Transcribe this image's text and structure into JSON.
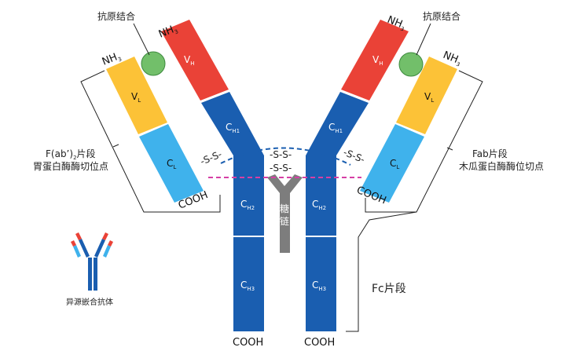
{
  "labels": {
    "antigen_binding_left": "抗原结合",
    "antigen_binding_right": "抗原结合",
    "fab2_fragment_line1": "F(ab’)",
    "fab2_fragment_sub": "2",
    "fab2_fragment_suffix": "片段",
    "pepsin_site": "胃蛋白酶酶切位点",
    "fab_fragment": "Fab片段",
    "papain_site": "木瓜蛋白酶酶位切点",
    "fc_fragment": "Fc片段",
    "sugar_chain_1": "糖",
    "sugar_chain_2": "链",
    "chimeric_antibody": "异源嵌合抗体",
    "disulfide_left": "-S-S-",
    "disulfide_right": "-S-S-",
    "disulfide_hinge_1": "-S-S-",
    "disulfide_hinge_2": "-S-S-"
  },
  "terminals": {
    "nh": "NH",
    "nh_sub": "3",
    "cooh": "COOH"
  },
  "domains": {
    "c": "C",
    "v": "V",
    "sub_h": "H",
    "sub_l": "L",
    "sub_h1": "H1",
    "sub_h2": "H2",
    "sub_h3": "H3"
  },
  "colors": {
    "heavy_constant": "#1a5eb0",
    "heavy_variable": "#ea4237",
    "light_variable": "#fcc237",
    "light_constant": "#3fb2ec",
    "antigen": "#72bf6a",
    "sugar": "#7d7d7d",
    "papain_line": "#d63fa5",
    "pepsin_line": "#1a5eb0",
    "bracket": "#222222"
  }
}
